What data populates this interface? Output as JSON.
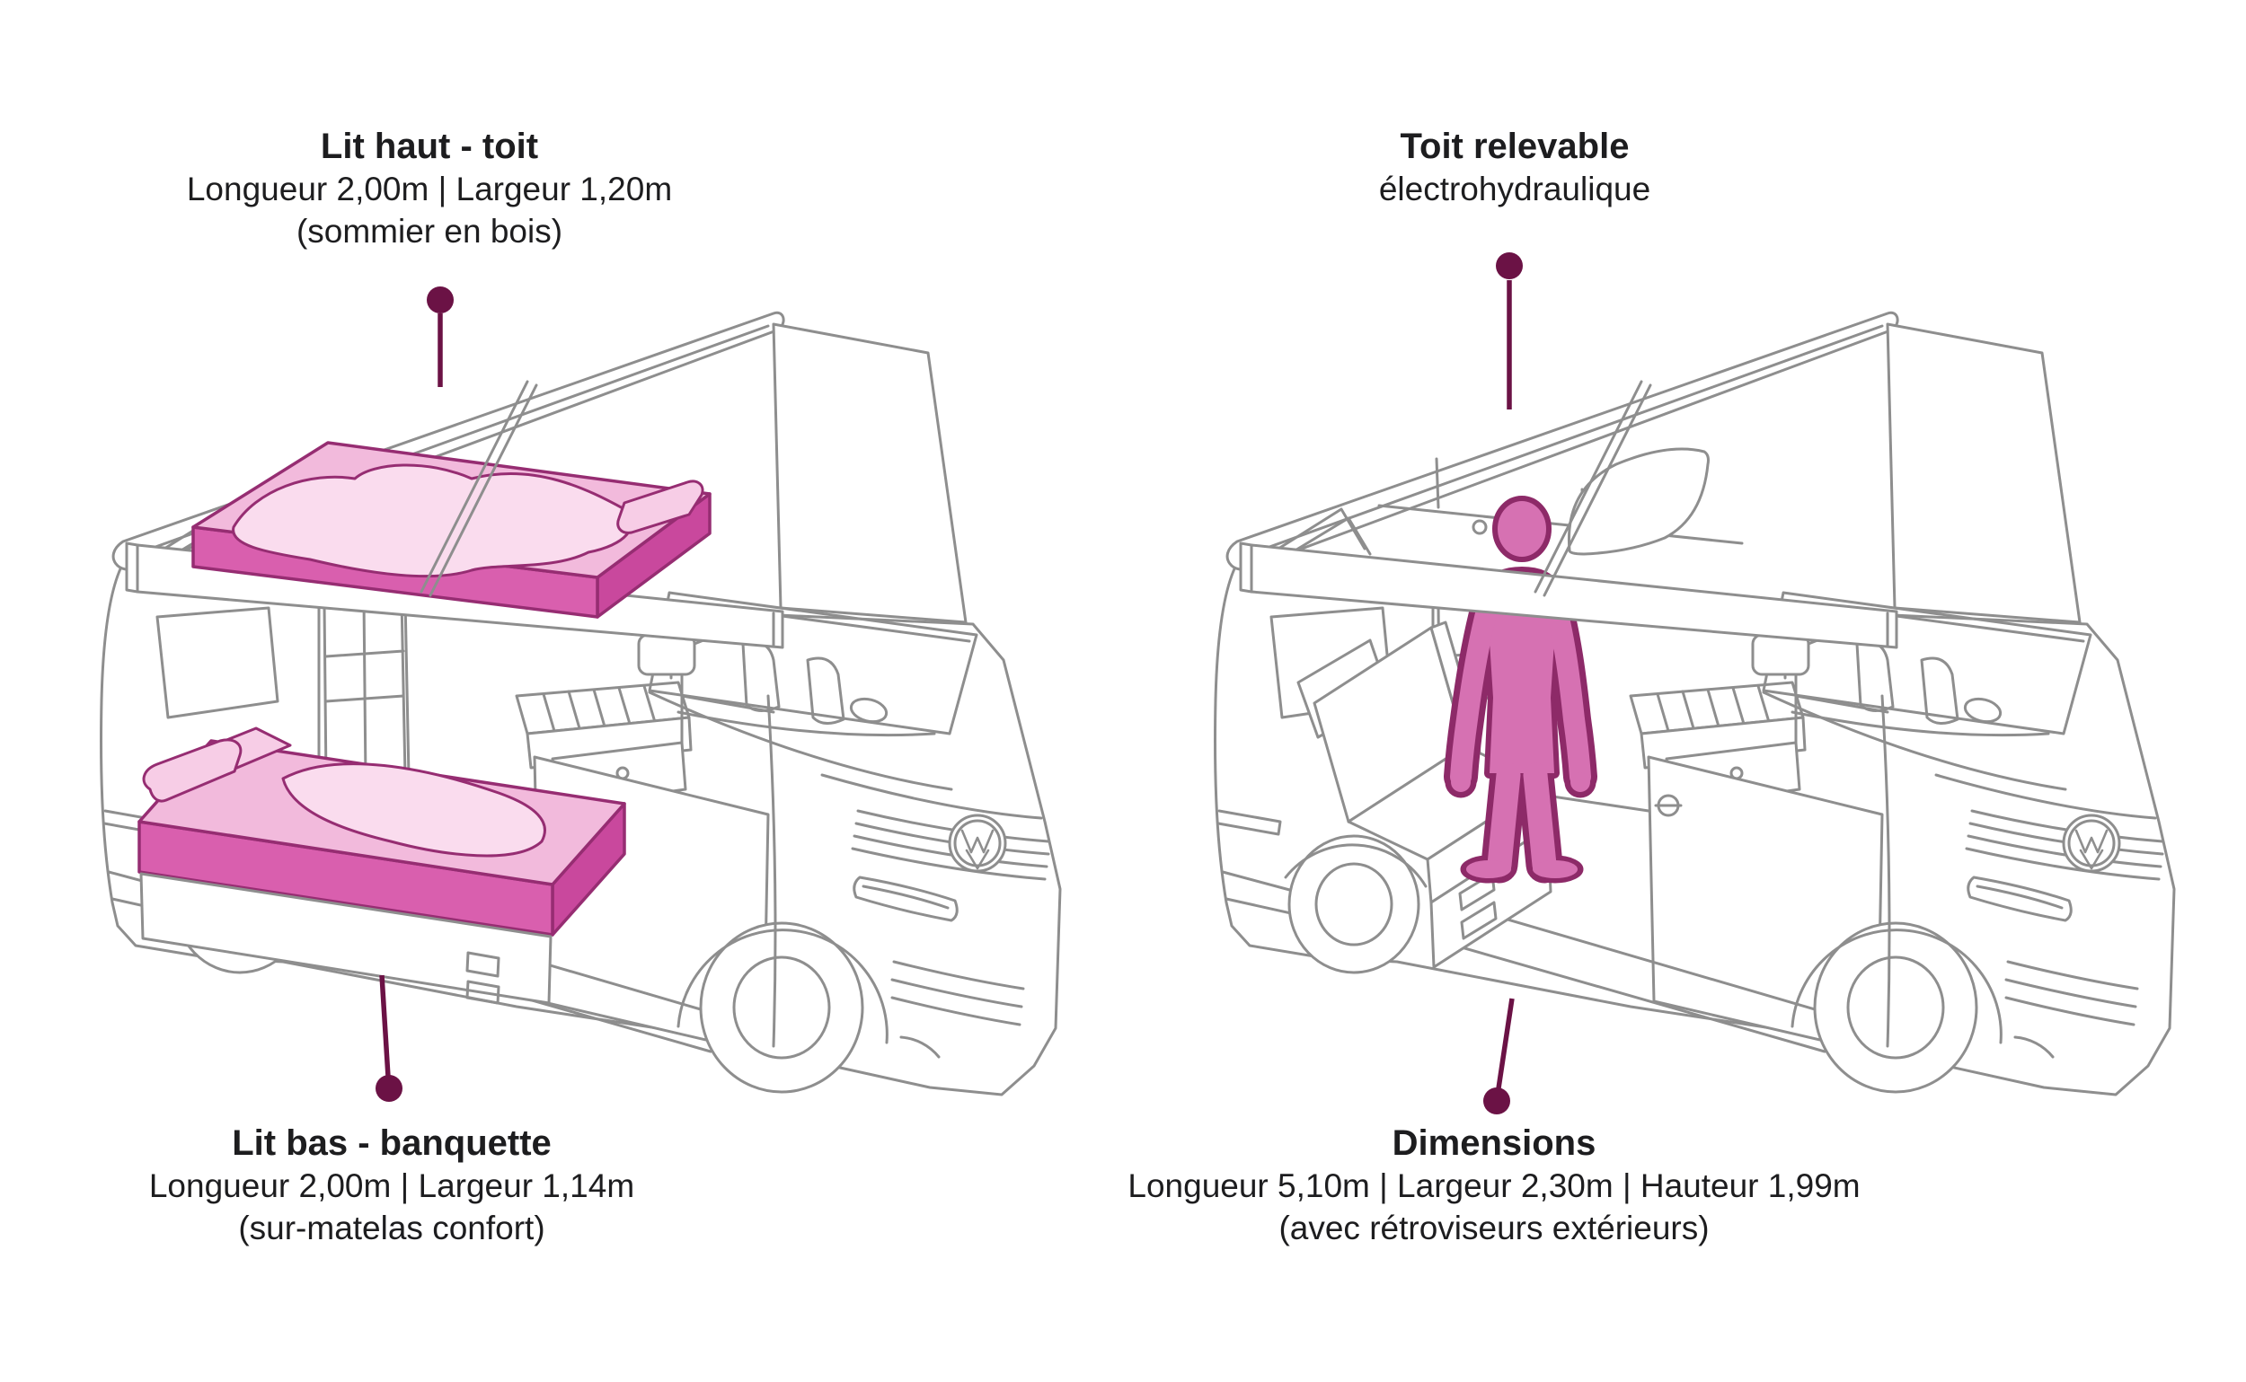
{
  "annotations": {
    "lit_haut": {
      "title": "Lit haut - toit",
      "detail": "Longueur 2,00m | Largeur 1,20m",
      "note": "(sommier en bois)"
    },
    "toit_relevable": {
      "title": "Toit relevable",
      "detail": "électrohydraulique"
    },
    "lit_bas": {
      "title": "Lit bas - banquette",
      "detail": "Longueur 2,00m | Largeur 1,14m",
      "note": "(sur-matelas confort)"
    },
    "dimensions": {
      "title": "Dimensions",
      "detail": "Longueur 5,10m | Largeur 2,30m | Hauteur 1,99m",
      "note": "(avec rétroviseurs extérieurs)"
    }
  },
  "icons": {
    "vw_logo": "vw-logo-icon",
    "connector_pin": "connector-dot"
  },
  "colors": {
    "accent_connector": "#6B1245",
    "van_outline": "#8E8E8E",
    "text": "#1D1D1F",
    "background": "#FFFFFF",
    "mattress_top": "#F2BADC",
    "mattress_side": "#D95FAE",
    "mattress_side_dark": "#C9489D",
    "duvet": "#FADCEE",
    "pillow": "#F7CDE6",
    "pink_outline": "#962D72",
    "person_fill": "#D671B2",
    "person_outline": "#8D2A68"
  }
}
